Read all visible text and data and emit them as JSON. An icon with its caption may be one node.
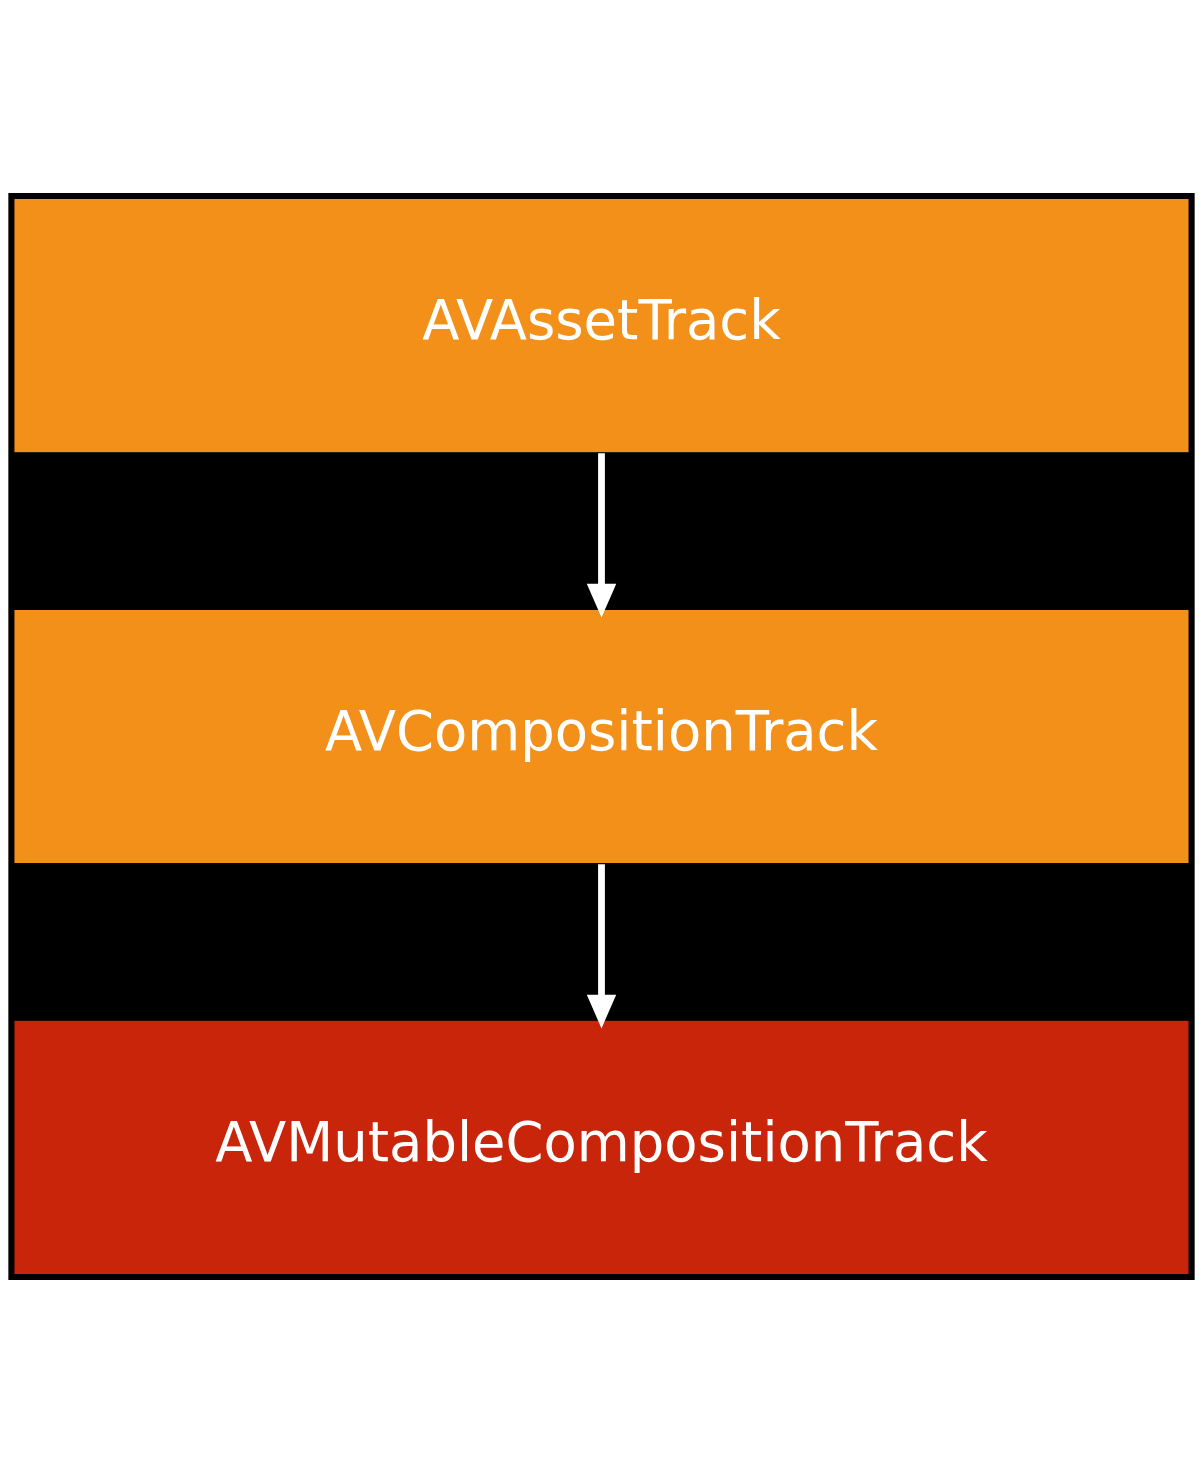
{
  "diagram": {
    "nodes": [
      {
        "text": [
          "AVAssetTrack"
        ]
      },
      {
        "text": [
          "AVCompositionTrack"
        ]
      },
      {
        "text": [
          "AVMutableCompositionTrack"
        ]
      }
    ],
    "edges": [
      {
        "from": 0,
        "to": 1,
        "arrow": "to"
      },
      {
        "from": 1,
        "to": 2,
        "arrow": "to"
      }
    ]
  }
}
